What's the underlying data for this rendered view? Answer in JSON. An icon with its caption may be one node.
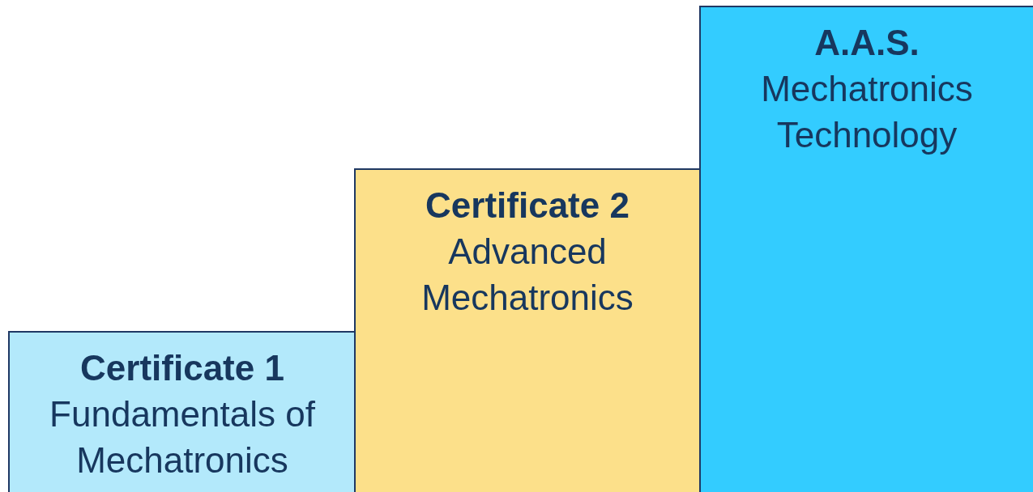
{
  "diagram": {
    "nodes": [
      {
        "text": [
          "Certificate 1",
          "Fundamentals of Mechatronics"
        ]
      },
      {
        "text": [
          "Certificate 2",
          "Advanced Mechatronics"
        ]
      },
      {
        "text": [
          "A.A.S.",
          "Mechatronics Technology"
        ]
      }
    ]
  }
}
